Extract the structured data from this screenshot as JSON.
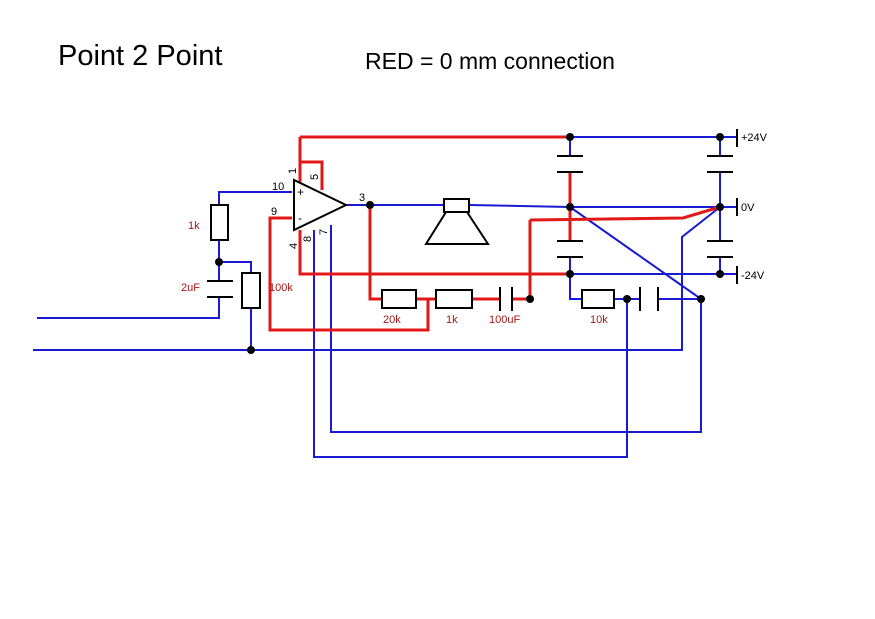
{
  "header": {
    "title": "Point 2 Point",
    "note": "RED = 0 mm connection"
  },
  "colors": {
    "red_wire": "#e01818",
    "blue_wire": "#1a1ad0",
    "component": "#000000",
    "label_red": "#a01818",
    "background": "#ffffff"
  },
  "opamp": {
    "pins": {
      "p10": "10",
      "p9": "9",
      "p1": "1",
      "p5": "5",
      "p3": "3",
      "p4": "4",
      "p8": "8",
      "p7": "7"
    },
    "plus": "+",
    "minus": "-"
  },
  "components": {
    "r_1k_input": "1k",
    "c_2uF": "2uF",
    "r_100k": "100k",
    "r_20k": "20k",
    "r_1k_series": "1k",
    "c_100uF": "100uF",
    "r_10k": "10k"
  },
  "rails": {
    "pos": "+24V",
    "zero": "0V",
    "neg": "-24V"
  }
}
